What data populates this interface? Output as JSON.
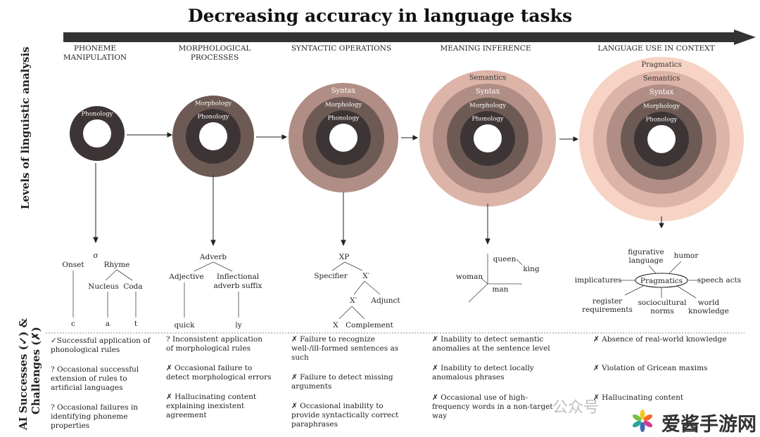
{
  "title": "Decreasing accuracy in language tasks",
  "y_labels": {
    "levels": "Levels of linguistic analysis",
    "ai": "AI Successes (✓) &",
    "ai2": "Challenges (✗)"
  },
  "stages": [
    {
      "label": "PHONEME\nMANIPULATION"
    },
    {
      "label": "MORPHOLOGICAL\nPROCESSES"
    },
    {
      "label": "SYNTACTIC OPERATIONS"
    },
    {
      "label": "MEANING INFERENCE"
    },
    {
      "label": "LANGUAGE USE IN CONTEXT"
    }
  ],
  "levels": {
    "phonology": "Phonology",
    "morphology": "Morphology",
    "syntax": "Syntax",
    "semantics": "Semantics",
    "pragmatics": "Pragmatics"
  },
  "colors": {
    "phonology": "#3d3535",
    "morphology": "#6e5a55",
    "syntax": "#b08e85",
    "semantics": "#dcb4a8",
    "pragmatics": "#f6d3c4"
  },
  "trees": {
    "phoneme": {
      "sigma": "σ",
      "onset": "Onset",
      "rhyme": "Rhyme",
      "nucleus": "Nucleus",
      "coda": "Coda",
      "c": "c",
      "a": "a",
      "t": "t"
    },
    "morph": {
      "adverb": "Adverb",
      "adjective": "Adjective",
      "suffix1": "Inflectional",
      "suffix2": "adverb suffix",
      "quick": "quick",
      "ly": "ly"
    },
    "syntax": {
      "xp": "XP",
      "specifier": "Specifier",
      "xbar1": "X′",
      "xbar2": "X′",
      "adjunct": "Adjunct",
      "x": "X",
      "complement": "Complement"
    },
    "meaning": {
      "queen": "queen",
      "king": "king",
      "woman": "woman",
      "man": "man"
    },
    "pragmatics": {
      "center": "Pragmatics",
      "figurative1": "figurative",
      "figurative2": "language",
      "humor": "humor",
      "implicatures": "implicatures",
      "speech_acts": "speech acts",
      "register1": "register",
      "register2": "requirements",
      "socio1": "sociocultural",
      "socio2": "norms",
      "world1": "world",
      "world2": "knowledge"
    }
  },
  "ai_results": [
    [
      "✓Successful application of phonological rules",
      "? Occasional successful extension of rules to artificial languages",
      "? Occasional failures in identifying phoneme properties"
    ],
    [
      "? Inconsistent application of morphological rules",
      "✗ Occasional failure to detect morphological errors",
      "✗ Hallucinating content explaining inexistent agreement"
    ],
    [
      "✗ Failure to recognize well-/ill-formed sentences as such",
      "✗ Failure to detect missing arguments",
      "✗ Occasional inability to provide syntactically correct paraphrases"
    ],
    [
      "✗ Inability to detect semantic anomalies at the sentence level",
      "✗ Inability to detect locally anomalous phrases",
      "✗ Occasional use of high-frequency words in a non-target way"
    ],
    [
      "✗ Absence of real-world knowledge",
      "✗ Violation of Gricean maxims",
      "✗ Hallucinating content"
    ]
  ],
  "watermark": {
    "wechat": "公众号",
    "site": "爱酱手游网"
  }
}
